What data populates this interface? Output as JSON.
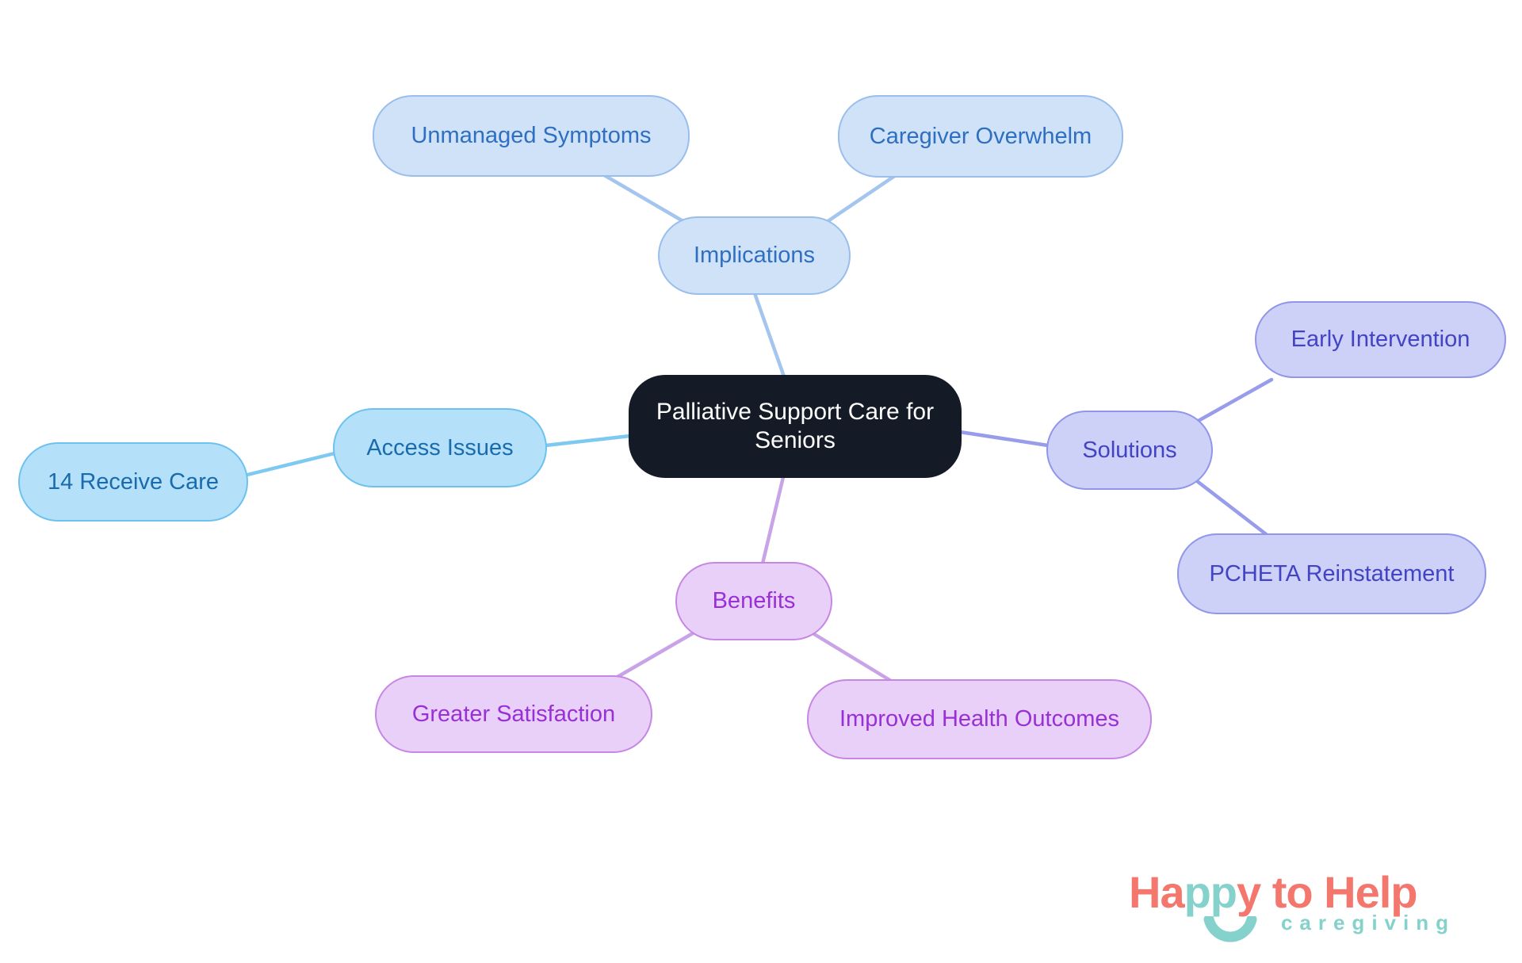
{
  "diagram": {
    "central": {
      "label": "Palliative Support Care for Seniors"
    },
    "branches": [
      {
        "label": "Implications",
        "children": [
          {
            "label": "Unmanaged Symptoms"
          },
          {
            "label": "Caregiver Overwhelm"
          }
        ]
      },
      {
        "label": "Access Issues",
        "children": [
          {
            "label": "14 Receive Care"
          }
        ]
      },
      {
        "label": "Solutions",
        "children": [
          {
            "label": "Early Intervention"
          },
          {
            "label": "PCHETA Reinstatement"
          }
        ]
      },
      {
        "label": "Benefits",
        "children": [
          {
            "label": "Greater Satisfaction"
          },
          {
            "label": "Improved Health Outcomes"
          }
        ]
      }
    ],
    "colors": {
      "central_bg": "#141b27",
      "central_text": "#ffffff",
      "implications_fill": "#cfe2f8",
      "implications_border": "#9abeeb",
      "implications_text": "#2f6fc1",
      "access_fill": "#b4e1f9",
      "access_border": "#6cc2ef",
      "access_text": "#1a6bad",
      "solutions_fill": "#cdd0f7",
      "solutions_border": "#9096e9",
      "solutions_text": "#4244c4",
      "benefits_fill": "#e8d0f8",
      "benefits_border": "#c687e4",
      "benefits_text": "#9930d6",
      "edge_blue": "#a3c5ee",
      "edge_sky": "#7ec9f1",
      "edge_periwinkle": "#979ceb",
      "edge_purple": "#c9a3e7"
    }
  },
  "logo": {
    "part1": "Ha",
    "part2": "pp",
    "part3": "y to Help",
    "subtitle": "caregiving",
    "coral": "#f3776c",
    "teal": "#85d1cb"
  }
}
